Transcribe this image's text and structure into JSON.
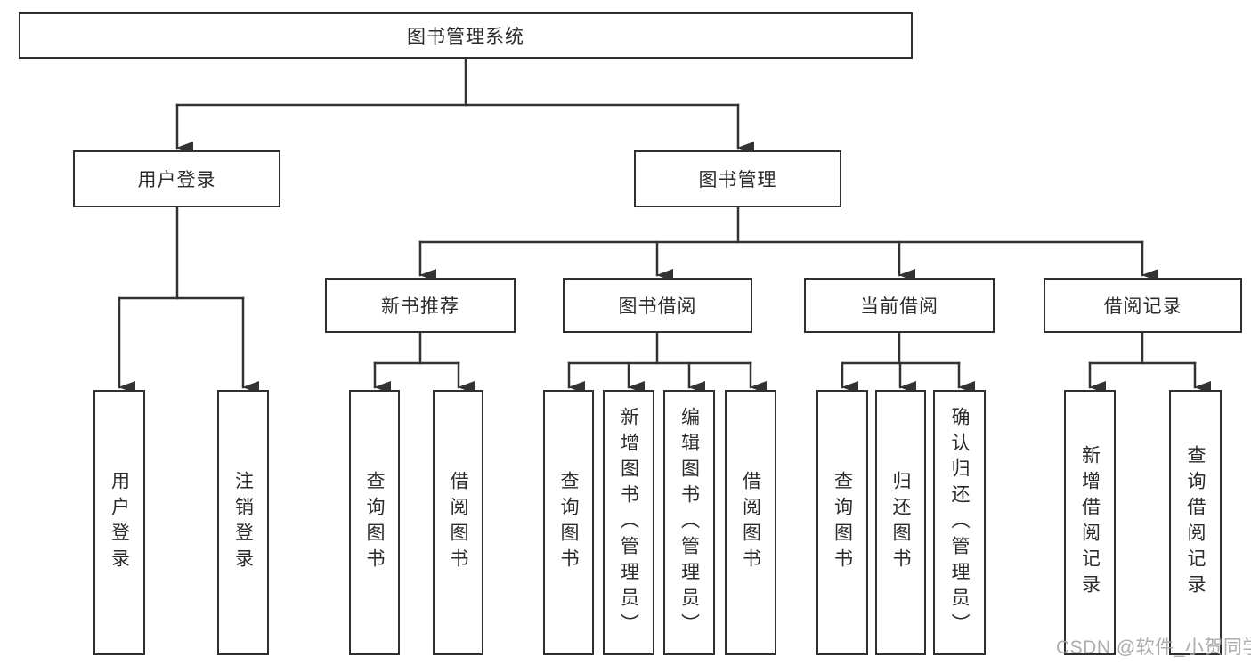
{
  "diagram": {
    "root": {
      "label": "图书管理系统"
    },
    "level1": [
      {
        "label": "用户登录"
      },
      {
        "label": "图书管理"
      }
    ],
    "level2": [
      {
        "label": "新书推荐"
      },
      {
        "label": "图书借阅"
      },
      {
        "label": "当前借阅"
      },
      {
        "label": "借阅记录"
      }
    ],
    "leaves": [
      {
        "label": "用户登录"
      },
      {
        "label": "注销登录"
      },
      {
        "label": "查询图书"
      },
      {
        "label": "借阅图书"
      },
      {
        "label": "查询图书"
      },
      {
        "label": "新增图书（管理员）"
      },
      {
        "label": "编辑图书（管理员）"
      },
      {
        "label": "借阅图书"
      },
      {
        "label": "查询图书"
      },
      {
        "label": "归还图书"
      },
      {
        "label": "确认归还（管理员）"
      },
      {
        "label": "新增借阅记录"
      },
      {
        "label": "查询借阅记录"
      }
    ],
    "watermark": "CSDN @软件_小贺同学",
    "colors": {
      "line": "#333333",
      "box_border": "#2f2f2f",
      "text": "#2b2b2b",
      "watermark": "#a6a6a6",
      "background": "#ffffff"
    }
  }
}
